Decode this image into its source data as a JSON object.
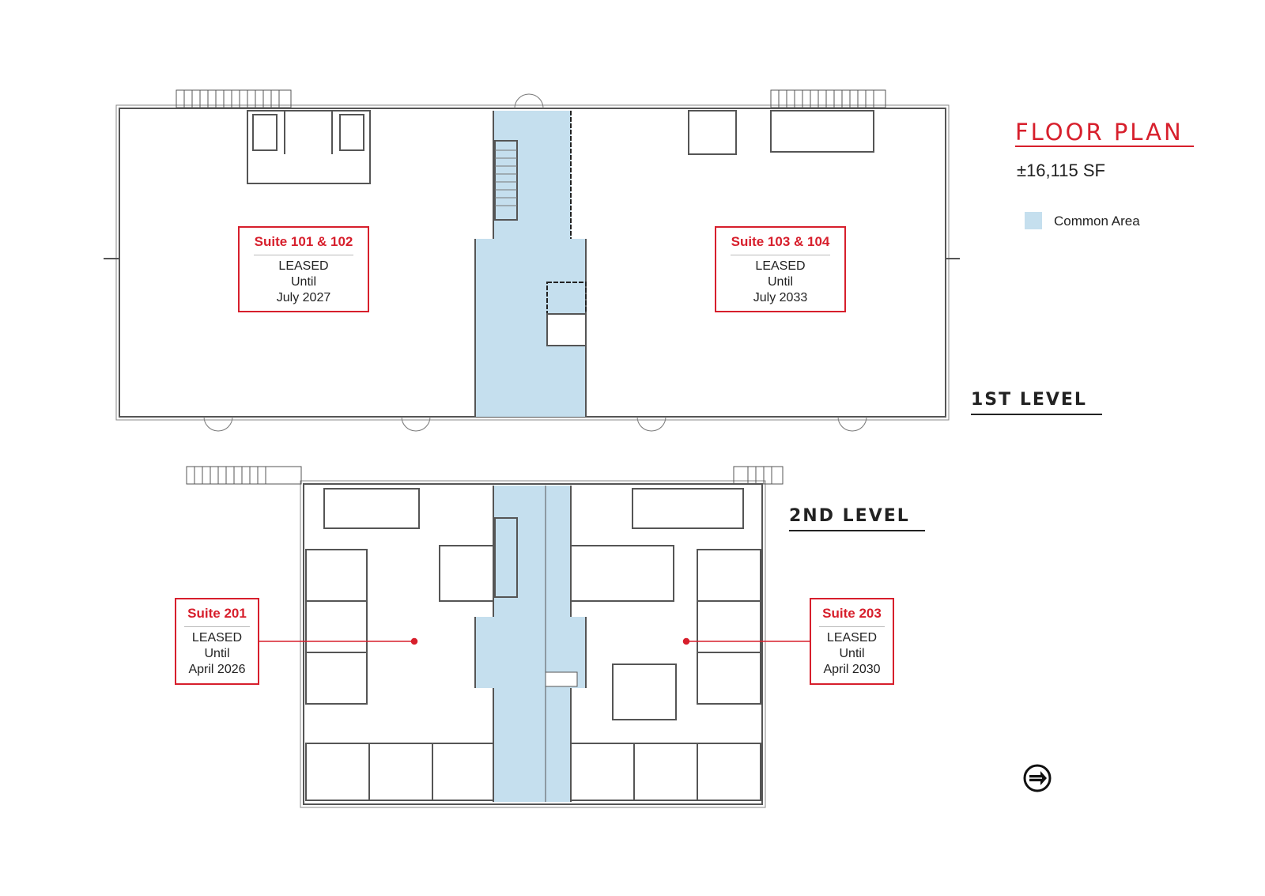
{
  "header": {
    "title": "FLOOR PLAN",
    "area": "±16,115 SF"
  },
  "legend": {
    "common_area_label": "Common Area",
    "common_area_color": "#c5dfee"
  },
  "accent_color": "#d71f2c",
  "levels": {
    "first": "1ST LEVEL",
    "second": "2ND LEVEL"
  },
  "suites": {
    "s101": {
      "name": "Suite 101 & 102",
      "status": "LEASED",
      "until": "Until",
      "date": "July 2027"
    },
    "s103": {
      "name": "Suite 103 & 104",
      "status": "LEASED",
      "until": "Until",
      "date": "July 2033"
    },
    "s201": {
      "name": "Suite 201",
      "status": "LEASED",
      "until": "Until",
      "date": "April 2026"
    },
    "s203": {
      "name": "Suite 203",
      "status": "LEASED",
      "until": "Until",
      "date": "April 2030"
    }
  },
  "compass_icon": "north-arrow-icon"
}
